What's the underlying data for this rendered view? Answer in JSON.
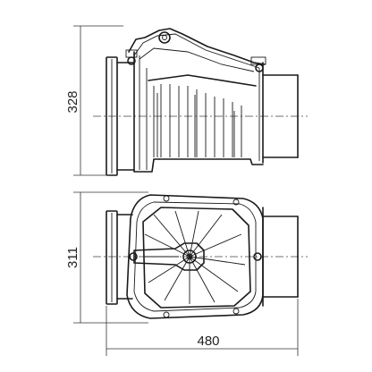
{
  "dimensions": {
    "top_view_height": "328",
    "bottom_view_height": "311",
    "overall_length": "480"
  },
  "colors": {
    "line": "#1a1a1a",
    "background": "#ffffff"
  }
}
